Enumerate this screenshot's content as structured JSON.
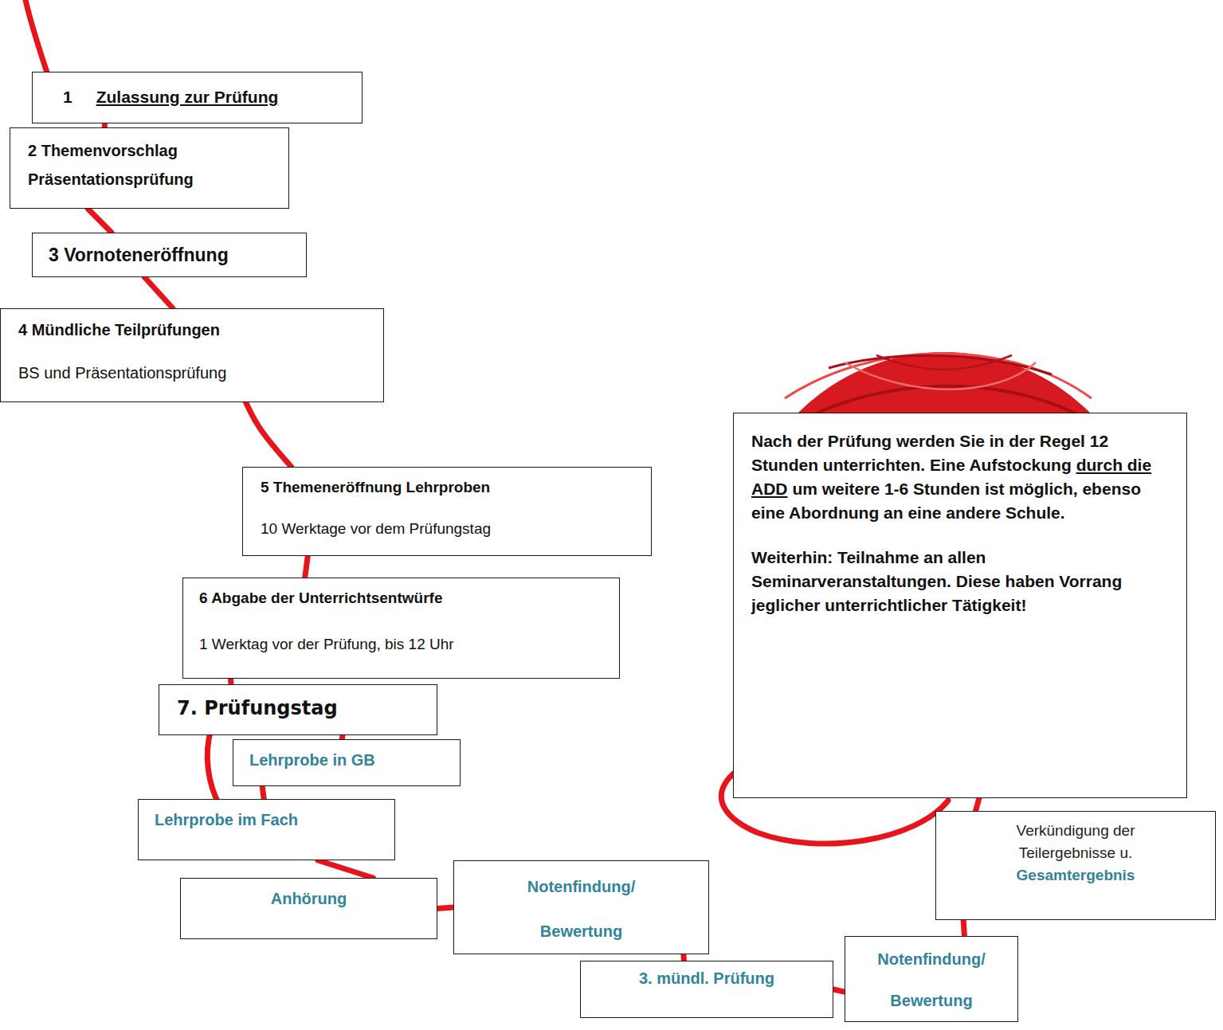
{
  "diagram": {
    "nodes": [
      {
        "text": [
          "1",
          "Zulassung zur Prüfung"
        ]
      },
      {
        "text": [
          "2 Themenvorschlag Präsentationsprüfung"
        ]
      },
      {
        "text": [
          "3 Vornoteneröffnung"
        ]
      },
      {
        "text": [
          "4 Mündliche Teilprüfungen",
          "BS und Präsentationsprüfung"
        ]
      },
      {
        "text": [
          "5 Themeneröffnung Lehrproben",
          "10 Werktage vor dem Prüfungstag"
        ]
      },
      {
        "text": [
          "6 Abgabe der Unterrichtsentwürfe",
          "1 Werktag vor der Prüfung, bis 12 Uhr"
        ]
      },
      {
        "text": [
          "7. Prüfungstag"
        ]
      },
      {
        "text": [
          "Lehrprobe in GB"
        ]
      },
      {
        "text": [
          "Lehrprobe im Fach"
        ]
      },
      {
        "text": [
          "Anhörung"
        ]
      },
      {
        "text": [
          "Notenfindung/ Bewertung"
        ]
      },
      {
        "text": [
          "3. mündl. Prüfung"
        ]
      },
      {
        "text": [
          "Notenfindung/ Bewertung"
        ]
      },
      {
        "text": [
          "Verkündigung der Teilergebnisse u.",
          "Gesamtergebnis"
        ]
      },
      {
        "text": [
          "Nach der Prüfung werden Sie in der Regel 12 Stunden unterrichten. Eine Aufstockung",
          "durch die ADD",
          "um weitere 1-6 Stunden ist möglich, ebenso eine Abordnung an eine andere Schule.",
          "Weiterhin: Teilnahme an allen Seminarveranstaltungen. Diese haben Vorrang jeglicher unterrichtlicher Tätigkeit!"
        ]
      }
    ],
    "edges": [
      {
        "from": 0,
        "to": 1,
        "arrow": "none"
      },
      {
        "from": 1,
        "to": 2,
        "arrow": "none"
      },
      {
        "from": 2,
        "to": 3,
        "arrow": "none"
      },
      {
        "from": 3,
        "to": 4,
        "arrow": "none"
      },
      {
        "from": 4,
        "to": 5,
        "arrow": "none"
      },
      {
        "from": 5,
        "to": 6,
        "arrow": "none"
      },
      {
        "from": 6,
        "to": 7,
        "arrow": "none"
      },
      {
        "from": 7,
        "to": 8,
        "arrow": "none"
      },
      {
        "from": 8,
        "to": 9,
        "arrow": "none"
      },
      {
        "from": 9,
        "to": 10,
        "arrow": "none"
      },
      {
        "from": 10,
        "to": 11,
        "arrow": "none"
      },
      {
        "from": 11,
        "to": 12,
        "arrow": "none"
      },
      {
        "from": 12,
        "to": 13,
        "arrow": "none"
      }
    ]
  }
}
